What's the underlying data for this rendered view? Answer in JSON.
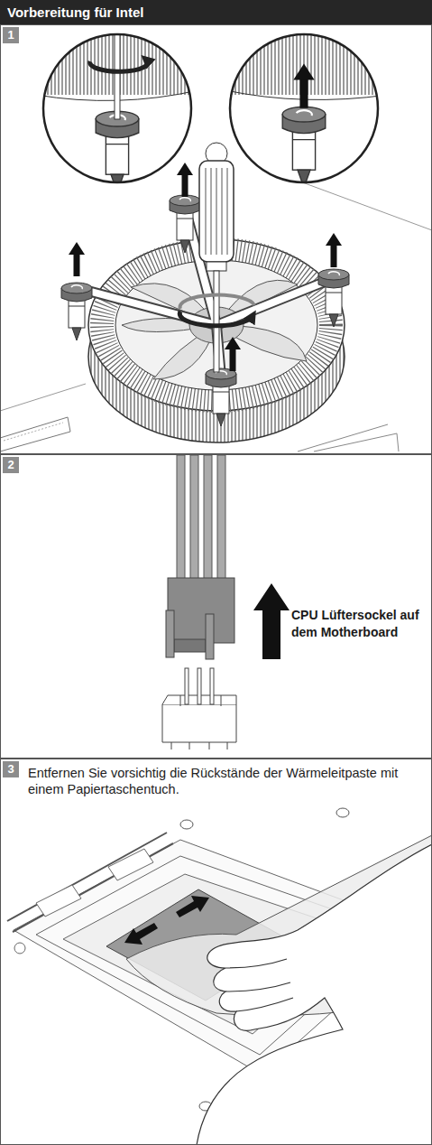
{
  "diagram": {
    "title": "Vorbereitung für Intel",
    "nodes": [
      {
        "text": [
          "1"
        ]
      },
      {
        "text": [
          "2",
          "CPU Lüftersockel auf dem Motherboard"
        ]
      },
      {
        "text": [
          "3",
          "Entfernen Sie vorsichtig die Rückstände der Wärmeleitpaste mit einem Papiertaschentuch."
        ]
      }
    ]
  }
}
